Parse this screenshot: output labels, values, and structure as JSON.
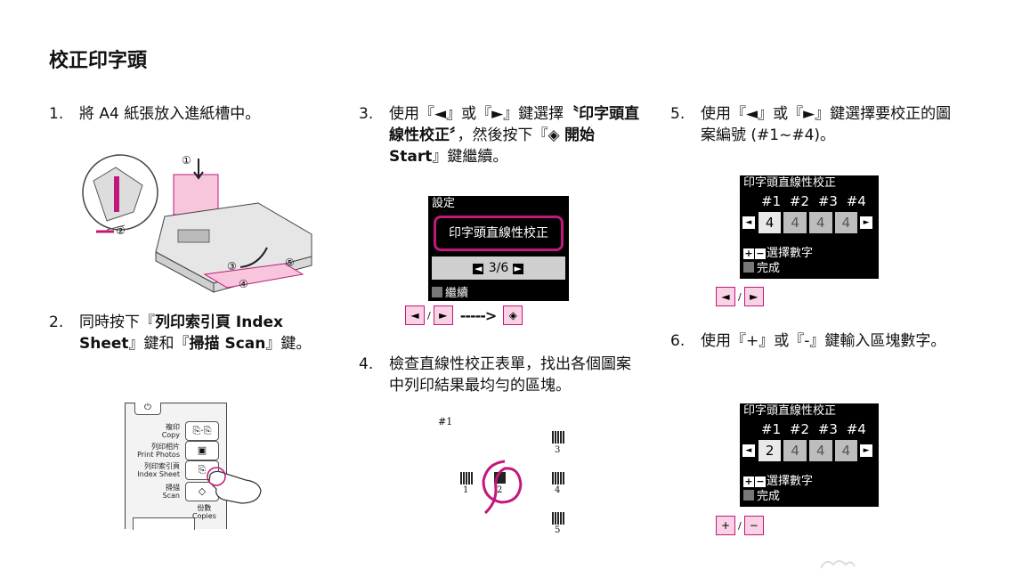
{
  "title": "校正印字頭",
  "steps": {
    "s1": {
      "num": "1.",
      "text": "將 A4 紙張放入進紙槽中。"
    },
    "s2": {
      "num": "2.",
      "pre": "同時按下『",
      "key1": "列印索引頁 Index Sheet",
      "mid": "』鍵和『",
      "key2": "掃描 Scan",
      "post": "』鍵。"
    },
    "s3": {
      "num": "3.",
      "pre": "使用『◄』或『►』鍵選擇",
      "bold": "〝印字頭直線性校正〞",
      "mid": "，然後按下『◈",
      "bold2": "開始 Start",
      "post": "』鍵繼續。"
    },
    "s4": {
      "num": "4.",
      "text": "檢查直線性校正表單，找出各個圖案中列印結果最均勻的區塊。"
    },
    "s5": {
      "num": "5.",
      "text": "使用『◄』或『►』鍵選擇要校正的圖案編號 (#1~#4)。"
    },
    "s6": {
      "num": "6.",
      "text": "使用『+』或『-』鍵輸入區塊數字。"
    }
  },
  "printer_callouts": [
    "①",
    "②",
    "③",
    "④",
    "⑤"
  ],
  "panel": {
    "power_icon": "⏻",
    "buttons": [
      {
        "label": "複印\nCopy",
        "icon": "copy-icon"
      },
      {
        "label": "列印相片\nPrint Photos",
        "icon": "photo-icon"
      },
      {
        "label": "列印索引頁\nIndex Sheet",
        "icon": "index-sheet-icon"
      },
      {
        "label": "掃描\nScan",
        "icon": "scan-icon"
      },
      {
        "label": "份數\nCopies",
        "icon": ""
      }
    ]
  },
  "lcd_setup": {
    "header": "設定",
    "menu_item": "印字頭直線性校正",
    "page": "3/6",
    "footer": "繼續"
  },
  "nav_arrows": {
    "left": "◄",
    "sep": "/",
    "right": "►",
    "dashes": "----->",
    "start": "◈"
  },
  "lcd_pattern_a": {
    "header": "印字頭直線性校正",
    "cols": [
      "#1",
      "#2",
      "#3",
      "#4"
    ],
    "values": [
      "4",
      "4",
      "4",
      "4"
    ],
    "selected": 0,
    "line3": "選擇數字",
    "line4": "完成"
  },
  "lcd_pattern_b": {
    "header": "印字頭直線性校正",
    "cols": [
      "#1",
      "#2",
      "#3",
      "#4"
    ],
    "values": [
      "2",
      "4",
      "4",
      "4"
    ],
    "selected": 0,
    "line3": "選擇數字",
    "line4": "完成"
  },
  "plusminus": {
    "plus": "+",
    "sep": "/",
    "minus": "−"
  },
  "pattern_sheet": {
    "label": "#1",
    "blocks": [
      "1",
      "2",
      "3",
      "4",
      "5"
    ]
  }
}
